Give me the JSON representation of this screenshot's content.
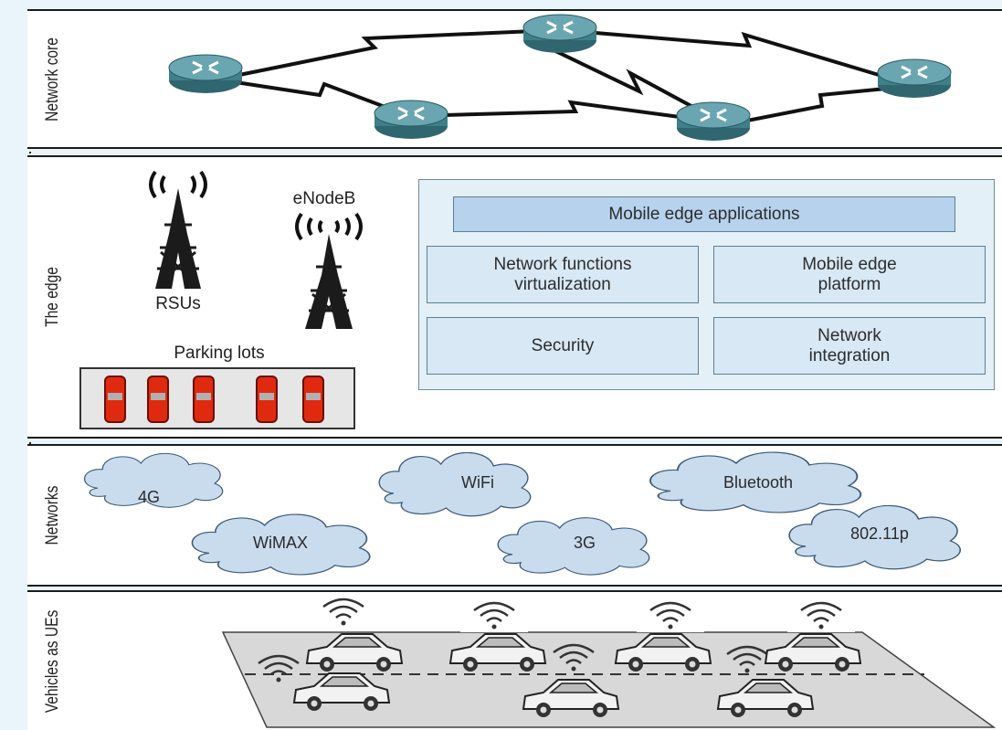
{
  "layers": {
    "core": "Network core",
    "edge": "The edge",
    "networks": "Networks",
    "vehicles": "Vehicles as UEs"
  },
  "edge": {
    "rsu_label": "RSUs",
    "enodeb_label": "eNodeB",
    "parking_label": "Parking lots"
  },
  "mec": {
    "applications": "Mobile edge applications",
    "nfv_line1": "Network functions",
    "nfv_line2": "virtualization",
    "platform_line1": "Mobile edge",
    "platform_line2": "platform",
    "security": "Security",
    "integration_line1": "Network",
    "integration_line2": "integration"
  },
  "networks": [
    "4G",
    "WiFi",
    "Bluetooth",
    "WiMAX",
    "3G",
    "802.11p"
  ],
  "colors": {
    "cloud_fill": "#c9dcee",
    "cloud_stroke": "#3c5a78",
    "router_fill": "#5c9aa6",
    "parking_red": "#e02a10",
    "mec_panel": "#e3f0f7",
    "mec_header": "#b7d2ec"
  }
}
